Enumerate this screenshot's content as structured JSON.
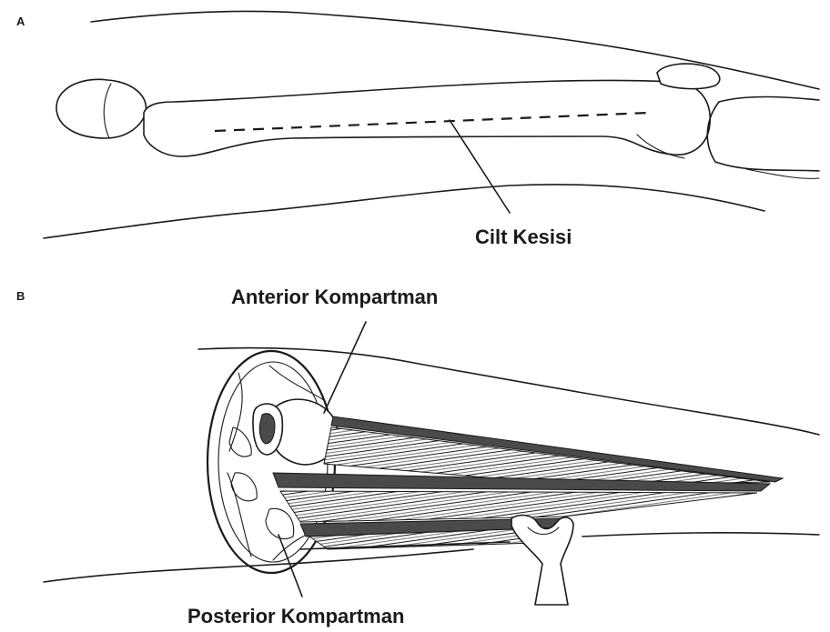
{
  "panels": {
    "a": {
      "letter": "A",
      "incision_label": "Cilt Kesisi"
    },
    "b": {
      "letter": "B",
      "anterior_label": "Anterior Kompartman",
      "posterior_label": "Posterior Kompartman"
    }
  },
  "colors": {
    "ink": "#1a1a1a",
    "dark_band": "#4a4a4a",
    "background": "#ffffff"
  }
}
